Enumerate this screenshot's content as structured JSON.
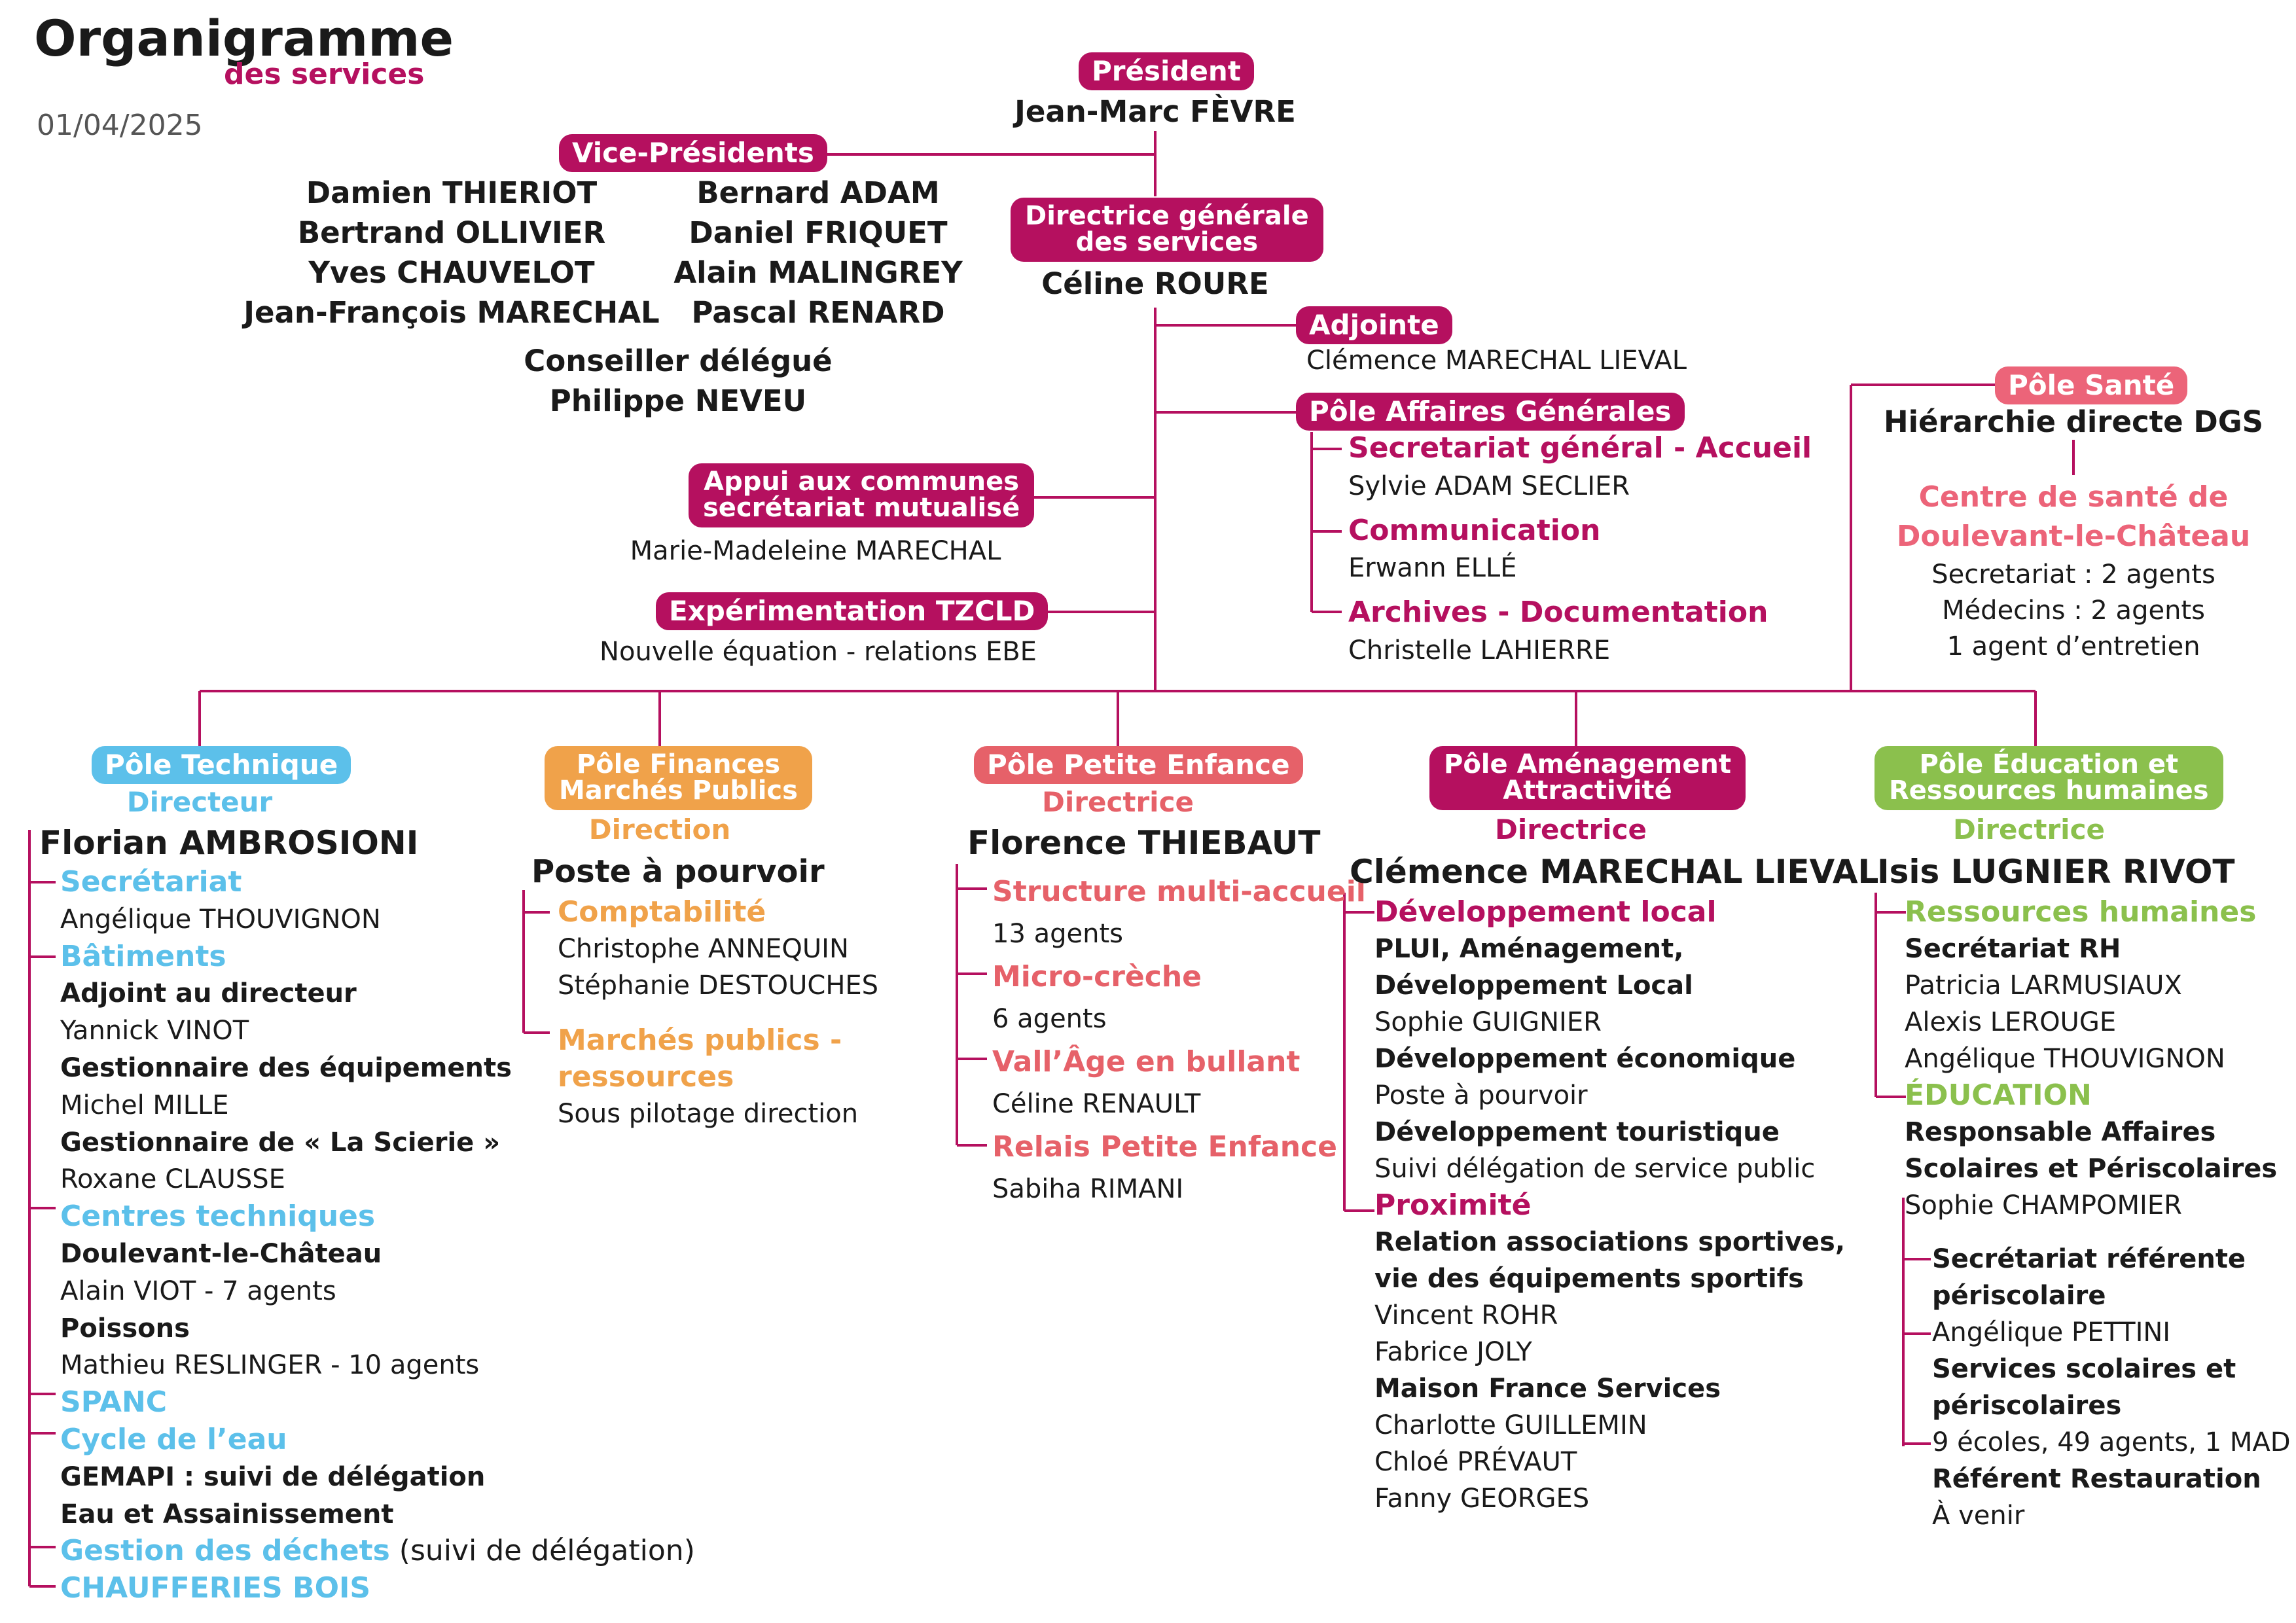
{
  "header": {
    "title": "Organigramme",
    "subtitle": "des services",
    "date": "01/04/2025"
  },
  "colors": {
    "magenta": "#b5105f",
    "blue": "#5cc0ea",
    "orange": "#f0a24a",
    "red": "#e66169",
    "green": "#8bc04d",
    "pink": "#ec6479"
  },
  "president": {
    "label": "Président",
    "name": "Jean-Marc FÈVRE"
  },
  "vice": {
    "label": "Vice-Présidents",
    "col1": [
      "Damien THIERIOT",
      "Bertrand OLLIVIER",
      "Yves CHAUVELOT",
      "Jean-François MARECHAL"
    ],
    "col2": [
      "Bernard ADAM",
      "Daniel FRIQUET",
      "Alain MALINGREY",
      "Pascal RENARD"
    ],
    "delegue_label": "Conseiller délégué",
    "delegue_name": "Philippe NEVEU"
  },
  "dgs": {
    "label_1": "Directrice générale",
    "label_2": "des services",
    "name": "Céline ROURE"
  },
  "adjointe": {
    "label": "Adjointe",
    "name": "Clémence MARECHAL LIEVAL"
  },
  "affaires": {
    "label": "Pôle Affaires Générales",
    "items": [
      {
        "title": "Secretariat général - Accueil",
        "name": "Sylvie ADAM SECLIER"
      },
      {
        "title": "Communication",
        "name": "Erwann ELLÉ"
      },
      {
        "title": "Archives - Documentation",
        "name": "Christelle LAHIERRE"
      }
    ]
  },
  "appui": {
    "label_1": "Appui aux communes",
    "label_2": "secrétariat mutualisé",
    "name": "Marie-Madeleine MARECHAL"
  },
  "tzcld": {
    "label": "Expérimentation TZCLD",
    "name": "Nouvelle équation - relations EBE"
  },
  "sante": {
    "label": "Pôle Santé",
    "hierarchy": "Hiérarchie directe DGS",
    "centre_1": "Centre de santé de",
    "centre_2": "Doulevant-le-Château",
    "lines": [
      "Secretariat : 2 agents",
      "Médecins : 2 agents",
      "1 agent d’entretien"
    ]
  },
  "poles": {
    "technique": {
      "label": "Pôle Technique",
      "role": "Directeur",
      "head": "Florian AMBROSIONI",
      "lines": [
        {
          "t": "Secrétariat",
          "s": "h"
        },
        {
          "t": "Angélique THOUVIGNON",
          "s": "n"
        },
        {
          "t": "Bâtiments",
          "s": "h"
        },
        {
          "t": "Adjoint au directeur",
          "s": "b"
        },
        {
          "t": "Yannick VINOT",
          "s": "n"
        },
        {
          "t": "Gestionnaire des équipements",
          "s": "b"
        },
        {
          "t": "Michel MILLE",
          "s": "n"
        },
        {
          "t": "Gestionnaire de « La Scierie »",
          "s": "b"
        },
        {
          "t": "Roxane CLAUSSE",
          "s": "n"
        },
        {
          "t": "Centres techniques",
          "s": "h"
        },
        {
          "t": "Doulevant-le-Château",
          "s": "b"
        },
        {
          "t": "Alain VIOT - 7 agents",
          "s": "n"
        },
        {
          "t": "Poissons",
          "s": "b"
        },
        {
          "t": "Mathieu RESLINGER - 10 agents",
          "s": "n"
        },
        {
          "t": "SPANC",
          "s": "h"
        },
        {
          "t": "Cycle de l’eau",
          "s": "h"
        },
        {
          "t": "GEMAPI : suivi de délégation",
          "s": "b"
        },
        {
          "t": "Eau et Assainissement",
          "s": "b"
        },
        {
          "t": "Gestion des déchets",
          "s": "h",
          "extra": " (suivi de délégation)"
        },
        {
          "t": "CHAUFFERIES BOIS",
          "s": "h"
        }
      ]
    },
    "finances": {
      "label_1": "Pôle Finances",
      "label_2": "Marchés Publics",
      "role": "Direction",
      "head": "Poste à pourvoir",
      "lines": [
        {
          "t": "Comptabilité",
          "s": "h"
        },
        {
          "t": "Christophe ANNEQUIN",
          "s": "n"
        },
        {
          "t": "Stéphanie DESTOUCHES",
          "s": "n"
        },
        {
          "t": "",
          "s": "gap"
        },
        {
          "t": "Marchés publics -",
          "s": "h"
        },
        {
          "t": "ressources",
          "s": "h"
        },
        {
          "t": "Sous pilotage direction",
          "s": "n"
        }
      ]
    },
    "enfance": {
      "label": "Pôle Petite Enfance",
      "role": "Directrice",
      "head": "Florence THIEBAUT",
      "lines": [
        {
          "t": "Structure multi-accueil",
          "s": "h"
        },
        {
          "t": "13 agents",
          "s": "n"
        },
        {
          "t": "Micro-crèche",
          "s": "h"
        },
        {
          "t": "6 agents",
          "s": "n"
        },
        {
          "t": "Vall’Âge en bullant",
          "s": "h"
        },
        {
          "t": "Céline RENAULT",
          "s": "n"
        },
        {
          "t": "Relais Petite Enfance",
          "s": "h"
        },
        {
          "t": "Sabiha RIMANI",
          "s": "n"
        }
      ]
    },
    "amenagement": {
      "label_1": "Pôle Aménagement",
      "label_2": "Attractivité",
      "role": "Directrice",
      "head": "Clémence MARECHAL LIEVAL",
      "lines": [
        {
          "t": "Développement local",
          "s": "h"
        },
        {
          "t": "PLUI, Aménagement,",
          "s": "b"
        },
        {
          "t": "Développement Local",
          "s": "b"
        },
        {
          "t": "Sophie GUIGNIER",
          "s": "n"
        },
        {
          "t": "Développement économique",
          "s": "b"
        },
        {
          "t": "Poste à pourvoir",
          "s": "n"
        },
        {
          "t": "Développement touristique",
          "s": "b"
        },
        {
          "t": "Suivi délégation de service public",
          "s": "n"
        },
        {
          "t": "Proximité",
          "s": "h"
        },
        {
          "t": "Relation associations sportives,",
          "s": "b"
        },
        {
          "t": "vie des équipements sportifs",
          "s": "b"
        },
        {
          "t": "Vincent ROHR",
          "s": "n"
        },
        {
          "t": "Fabrice JOLY",
          "s": "n"
        },
        {
          "t": "Maison France Services",
          "s": "b"
        },
        {
          "t": "Charlotte GUILLEMIN",
          "s": "n"
        },
        {
          "t": "Chloé PRÉVAUT",
          "s": "n"
        },
        {
          "t": "Fanny GEORGES",
          "s": "n"
        }
      ]
    },
    "education": {
      "label_1": "Pôle Éducation et",
      "label_2": "Ressources humaines",
      "role": "Directrice",
      "head": "Isis LUGNIER  RIVOT",
      "lines": [
        {
          "t": "Ressources humaines",
          "s": "h"
        },
        {
          "t": "Secrétariat RH",
          "s": "b"
        },
        {
          "t": "Patricia LARMUSIAUX",
          "s": "n"
        },
        {
          "t": "Alexis LEROUGE",
          "s": "n"
        },
        {
          "t": "Angélique THOUVIGNON",
          "s": "n"
        },
        {
          "t": "ÉDUCATION",
          "s": "h"
        },
        {
          "t": "Responsable Affaires",
          "s": "b"
        },
        {
          "t": "Scolaires et Périscolaires",
          "s": "b"
        },
        {
          "t": "Sophie CHAMPOMIER",
          "s": "n"
        }
      ],
      "sub": [
        {
          "t": "Secrétariat référente",
          "s": "b"
        },
        {
          "t": "périscolaire",
          "s": "b"
        },
        {
          "t": "Angélique PETTINI",
          "s": "n"
        },
        {
          "t": "Services scolaires et",
          "s": "b"
        },
        {
          "t": "périscolaires",
          "s": "b"
        },
        {
          "t": "9 écoles, 49 agents, 1 MAD",
          "s": "n"
        },
        {
          "t": "Référent Restauration",
          "s": "b"
        },
        {
          "t": "À venir",
          "s": "n"
        }
      ]
    }
  }
}
